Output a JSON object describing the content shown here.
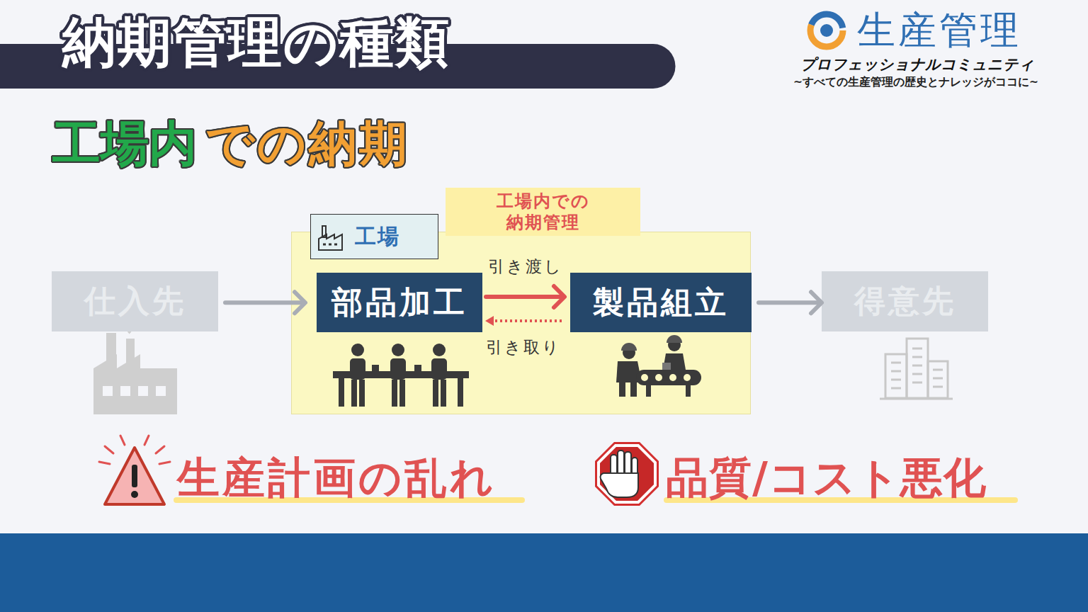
{
  "diagram": {
    "title": "納期管理の種類",
    "nodes": [
      {
        "text": [
          "仕入先"
        ]
      },
      {
        "text": [
          "工場内での納期管理"
        ]
      },
      {
        "text": [
          "工場"
        ],
        "in": 1
      },
      {
        "text": [
          "部品加工"
        ],
        "in": 1
      },
      {
        "text": [
          "製品組立"
        ],
        "in": 1
      },
      {
        "text": [
          "得意先"
        ]
      }
    ],
    "edges": [
      {
        "from": 0,
        "to": 3,
        "arrow": "to"
      },
      {
        "from": 3,
        "to": 4,
        "label": "引き渡し",
        "arrow": "to"
      },
      {
        "from": 4,
        "to": 3,
        "label": "引き取り",
        "arrow": "to"
      },
      {
        "from": 4,
        "to": 5,
        "arrow": "to"
      }
    ],
    "labels": [
      "生産管理",
      "プロフェッショナルコミュニティ",
      "~すべての生産管理の歴史とナレッジがココに~",
      "工場内",
      "での納期",
      "生産計画の乱れ",
      "品質/コスト悪化"
    ]
  }
}
